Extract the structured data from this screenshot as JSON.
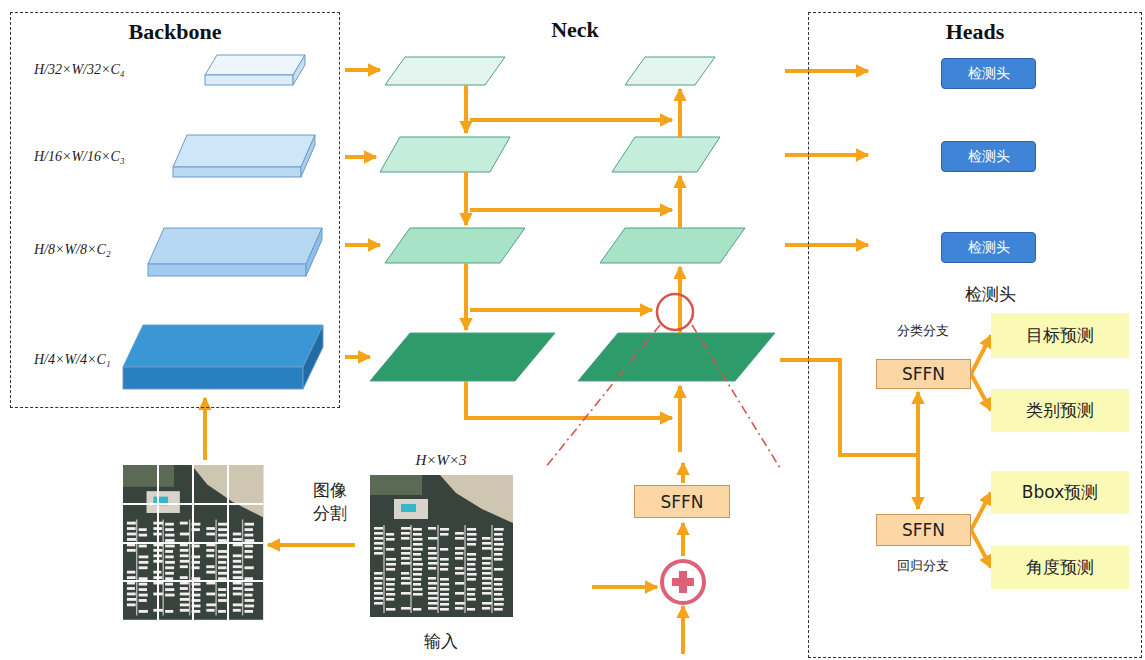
{
  "diagram": {
    "nodes": [
      {
        "text": [
          "Backbone"
        ]
      },
      {
        "text": [
          "SFFN"
        ]
      },
      {
        "text": [
          "Heads"
        ]
      },
      {
        "text": [
          "检测头"
        ],
        "in": 2
      },
      {
        "text": [
          "检测头"
        ],
        "in": 2
      },
      {
        "text": [
          "检测头"
        ],
        "in": 2
      },
      {
        "text": [
          "SFFN"
        ],
        "in": 2
      },
      {
        "text": [
          "目标预测"
        ],
        "in": 2
      },
      {
        "text": [
          "类别预测"
        ],
        "in": 2
      },
      {
        "text": [
          "SFFN"
        ],
        "in": 2
      },
      {
        "text": [
          "Bbox预测"
        ],
        "in": 2
      },
      {
        "text": [
          "角度预测"
        ],
        "in": 2
      }
    ],
    "edges": [
      {
        "from": 6,
        "to": 7,
        "arrow": "to"
      },
      {
        "from": 6,
        "to": 8,
        "arrow": "to"
      },
      {
        "from": 9,
        "to": 10,
        "arrow": "to"
      },
      {
        "from": 9,
        "to": 11,
        "arrow": "to"
      }
    ],
    "labels": [
      "Neck",
      "H/32×W/32×C₄",
      "H/16×W/16×C₃",
      "H/8×W/8×C₂",
      "H/4×W/4×C₁",
      "检测头",
      "分类分支",
      "回归分支",
      "图像 分割",
      "H×W×3",
      "输入"
    ]
  }
}
